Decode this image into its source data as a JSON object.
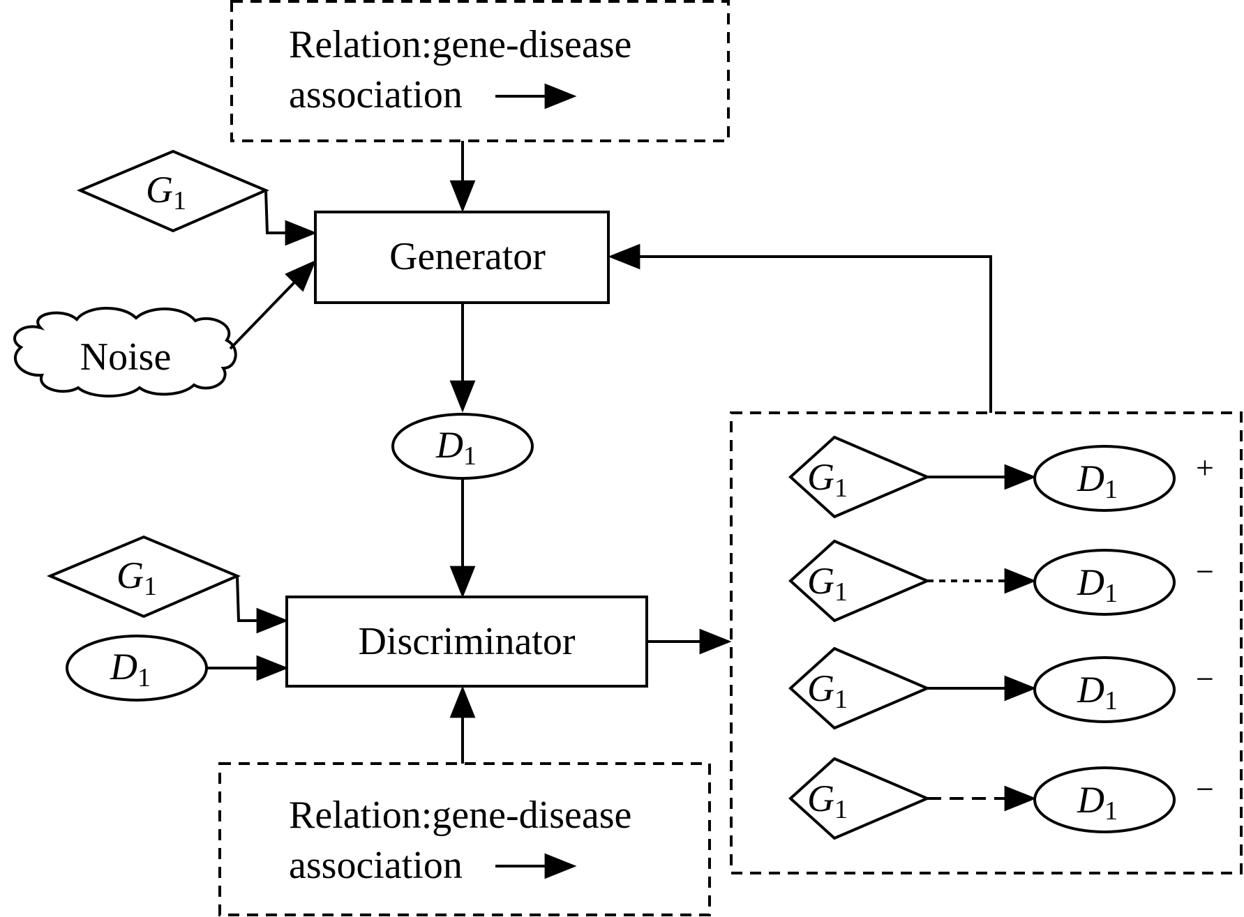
{
  "relation_box": {
    "line1": "Relation:gene-disease",
    "line2": "association"
  },
  "generator": {
    "label": "Generator"
  },
  "discriminator": {
    "label": "Discriminator"
  },
  "noise": {
    "label": "Noise"
  },
  "gene_node": {
    "symbol": "G",
    "subscript": "1"
  },
  "disease_node": {
    "symbol": "D",
    "subscript": "1"
  },
  "pairs": [
    {
      "gene": "G",
      "gene_sub": "1",
      "disease": "D",
      "disease_sub": "1",
      "edge": "solid",
      "sign": "+"
    },
    {
      "gene": "G",
      "gene_sub": "1",
      "disease": "D",
      "disease_sub": "1",
      "edge": "dotted",
      "sign": "−"
    },
    {
      "gene": "G",
      "gene_sub": "1",
      "disease": "D",
      "disease_sub": "1",
      "edge": "solid",
      "sign": "−"
    },
    {
      "gene": "G",
      "gene_sub": "1",
      "disease": "D",
      "disease_sub": "1",
      "edge": "dashed",
      "sign": "−"
    }
  ]
}
